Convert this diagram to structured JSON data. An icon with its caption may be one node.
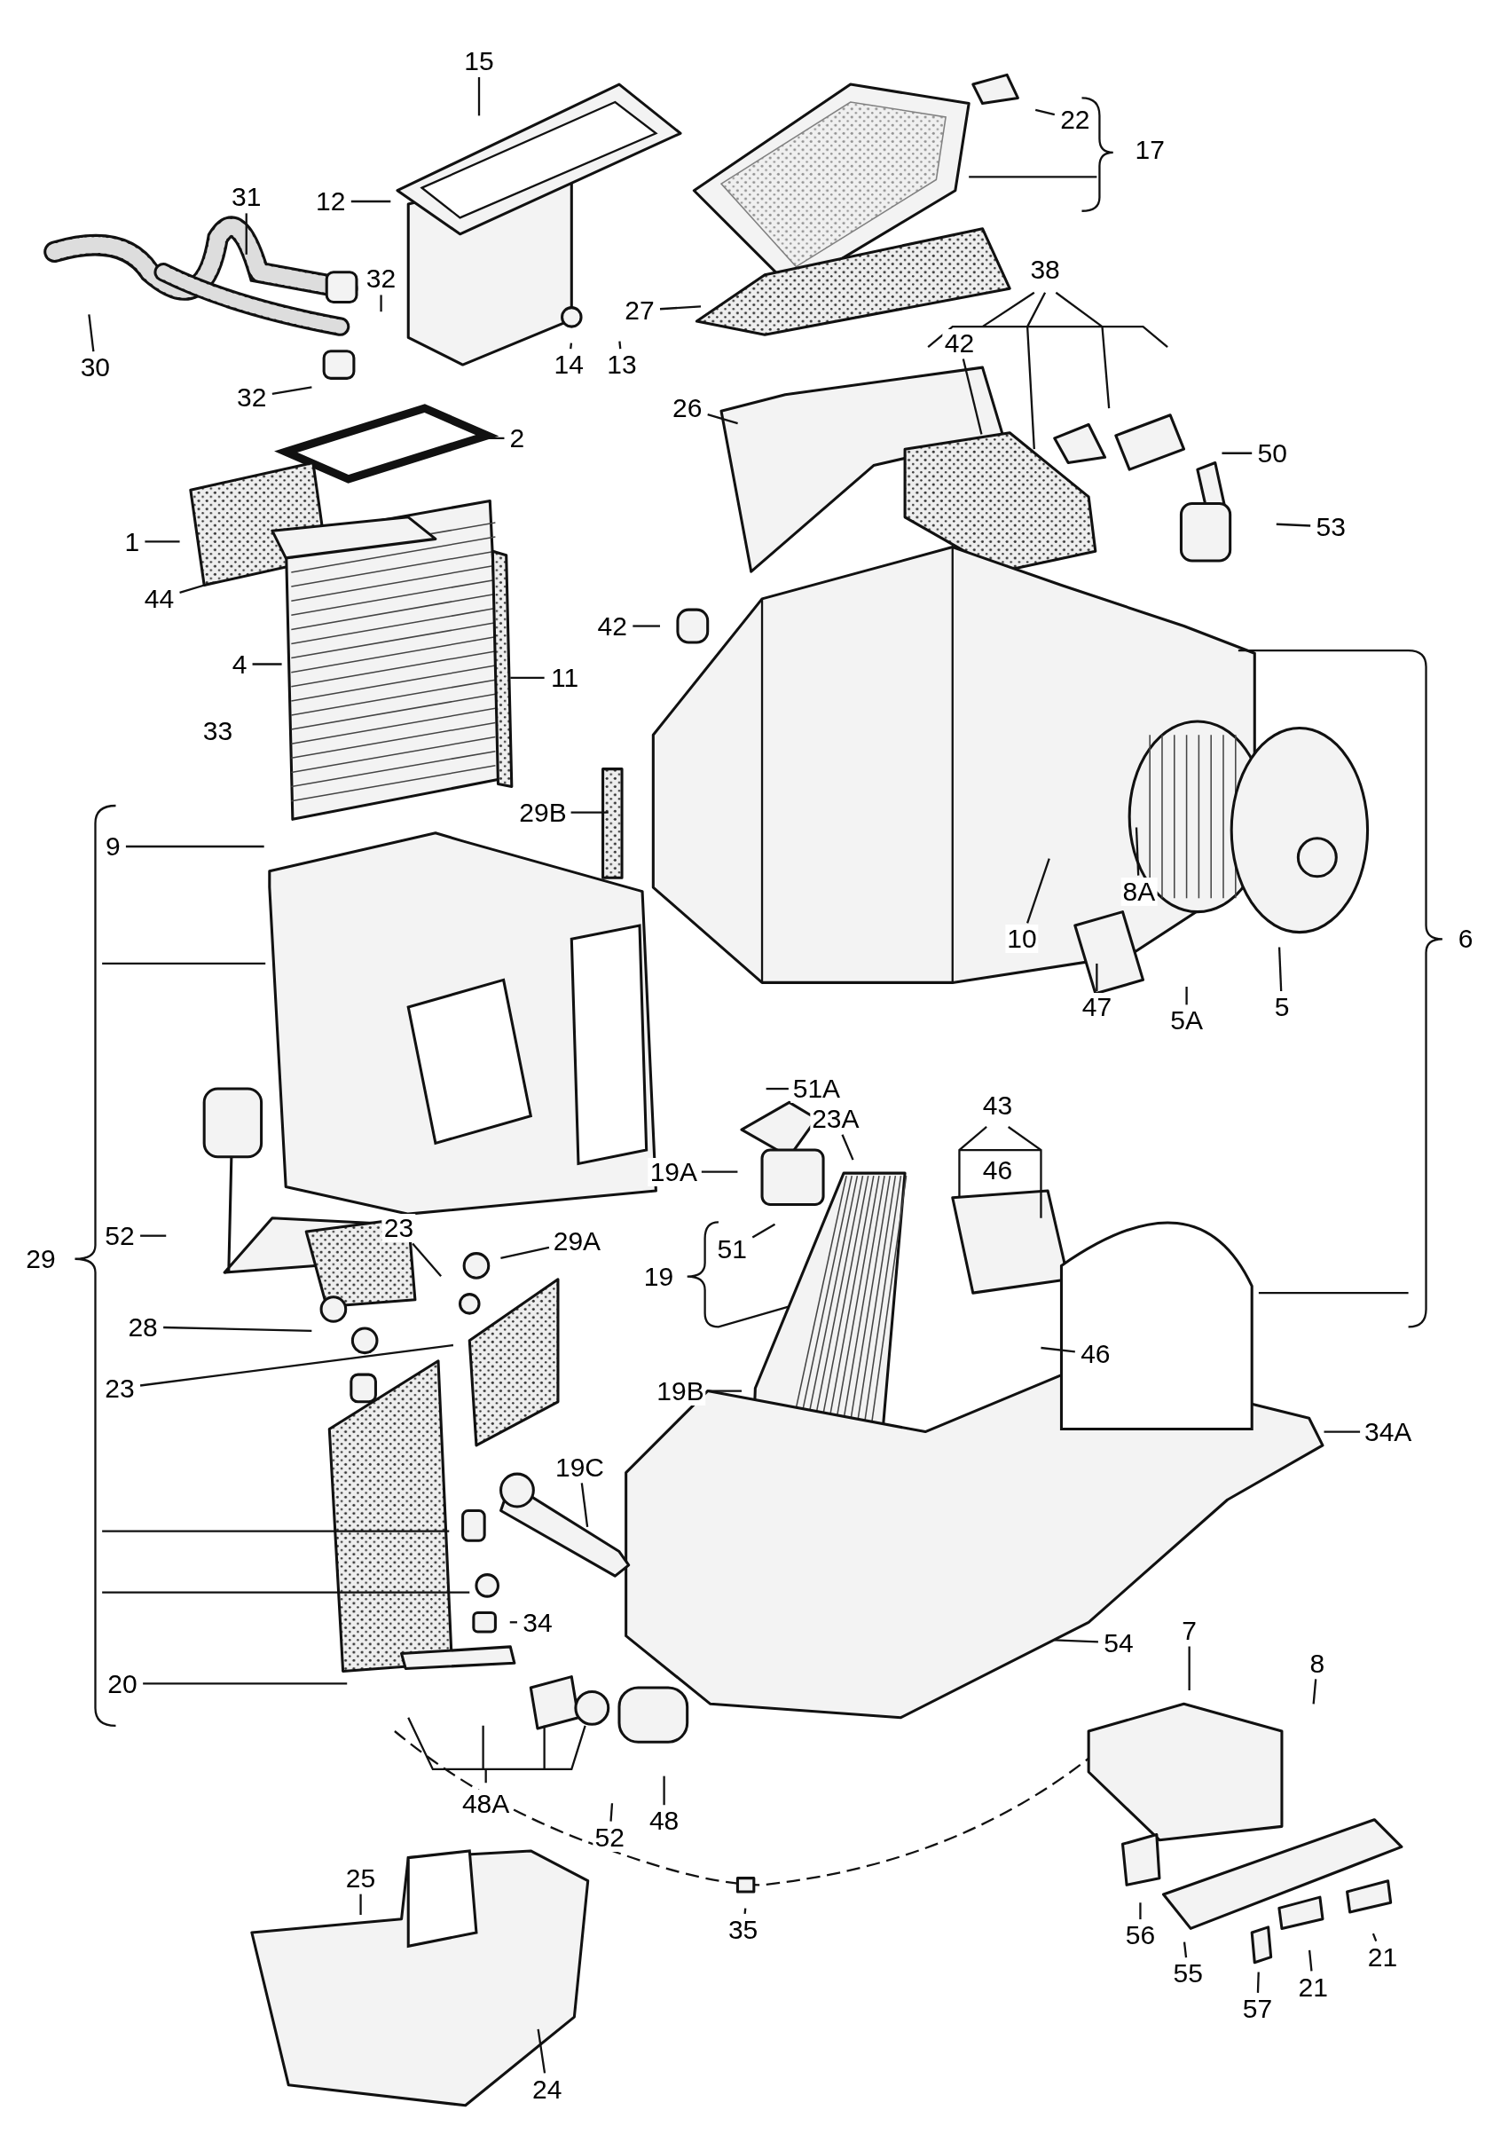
{
  "diagram": {
    "nodes": [
      {
        "text": [
          "15"
        ]
      },
      {
        "text": [
          "22"
        ]
      },
      {
        "text": [
          "17"
        ]
      },
      {
        "text": [
          "12"
        ]
      },
      {
        "text": [
          "31"
        ]
      },
      {
        "text": [
          "32"
        ]
      },
      {
        "text": [
          "38"
        ]
      },
      {
        "text": [
          "27"
        ]
      },
      {
        "text": [
          "42"
        ]
      },
      {
        "text": [
          "30"
        ]
      },
      {
        "text": [
          "14"
        ]
      },
      {
        "text": [
          "13"
        ]
      },
      {
        "text": [
          "32"
        ]
      },
      {
        "text": [
          "26"
        ]
      },
      {
        "text": [
          "2"
        ]
      },
      {
        "text": [
          "50"
        ]
      },
      {
        "text": [
          "53"
        ]
      },
      {
        "text": [
          "1"
        ]
      },
      {
        "text": [
          "44"
        ]
      },
      {
        "text": [
          "42"
        ]
      },
      {
        "text": [
          "4"
        ]
      },
      {
        "text": [
          "11"
        ]
      },
      {
        "text": [
          "33"
        ]
      },
      {
        "text": [
          "29B"
        ]
      },
      {
        "text": [
          "9"
        ]
      },
      {
        "text": [
          "10"
        ]
      },
      {
        "text": [
          "8A"
        ]
      },
      {
        "text": [
          "6"
        ]
      },
      {
        "text": [
          "47"
        ]
      },
      {
        "text": [
          "5"
        ]
      },
      {
        "text": [
          "5A"
        ]
      },
      {
        "text": [
          "51A"
        ]
      },
      {
        "text": [
          "43"
        ]
      },
      {
        "text": [
          "23A"
        ]
      },
      {
        "text": [
          "19A"
        ]
      },
      {
        "text": [
          "46"
        ]
      },
      {
        "text": [
          "52"
        ]
      },
      {
        "text": [
          "23"
        ]
      },
      {
        "text": [
          "29A"
        ]
      },
      {
        "text": [
          "51"
        ]
      },
      {
        "text": [
          "29"
        ]
      },
      {
        "text": [
          "19"
        ]
      },
      {
        "text": [
          "28"
        ]
      },
      {
        "text": [
          "46"
        ]
      },
      {
        "text": [
          "23"
        ]
      },
      {
        "text": [
          "19B"
        ]
      },
      {
        "text": [
          "34A"
        ]
      },
      {
        "text": [
          "19C"
        ]
      },
      {
        "text": [
          "34"
        ]
      },
      {
        "text": [
          "54"
        ]
      },
      {
        "text": [
          "7"
        ]
      },
      {
        "text": [
          "8"
        ]
      },
      {
        "text": [
          "20"
        ]
      },
      {
        "text": [
          "48A"
        ]
      },
      {
        "text": [
          "52"
        ]
      },
      {
        "text": [
          "48"
        ]
      },
      {
        "text": [
          "25"
        ]
      },
      {
        "text": [
          "35"
        ]
      },
      {
        "text": [
          "56"
        ]
      },
      {
        "text": [
          "55"
        ]
      },
      {
        "text": [
          "21"
        ]
      },
      {
        "text": [
          "57"
        ]
      },
      {
        "text": [
          "21"
        ]
      },
      {
        "text": [
          "24"
        ]
      }
    ],
    "edges": [
      {
        "from": 0,
        "to": null,
        "arrow": "none"
      },
      {
        "from": 1,
        "to": null,
        "arrow": "none"
      },
      {
        "from": 3,
        "to": null,
        "arrow": "none"
      },
      {
        "from": 4,
        "to": null,
        "arrow": "none"
      },
      {
        "from": 5,
        "to": null,
        "arrow": "none"
      },
      {
        "from": 7,
        "to": null,
        "arrow": "none"
      },
      {
        "from": 8,
        "to": null,
        "arrow": "none"
      },
      {
        "from": 9,
        "to": null,
        "arrow": "none"
      },
      {
        "from": 10,
        "to": null,
        "arrow": "none"
      },
      {
        "from": 11,
        "to": null,
        "arrow": "none"
      },
      {
        "from": 12,
        "to": null,
        "arrow": "none"
      },
      {
        "from": 13,
        "to": null,
        "arrow": "none"
      },
      {
        "from": 14,
        "to": null,
        "arrow": "none"
      },
      {
        "from": 15,
        "to": null,
        "arrow": "none"
      },
      {
        "from": 16,
        "to": null,
        "arrow": "none"
      },
      {
        "from": 17,
        "to": null,
        "arrow": "none"
      },
      {
        "from": 18,
        "to": null,
        "arrow": "none"
      },
      {
        "from": 19,
        "to": null,
        "arrow": "none"
      },
      {
        "from": 20,
        "to": null,
        "arrow": "none"
      },
      {
        "from": 21,
        "to": null,
        "arrow": "none"
      },
      {
        "from": 23,
        "to": null,
        "arrow": "none"
      },
      {
        "from": 24,
        "to": null,
        "arrow": "none"
      },
      {
        "from": 25,
        "to": null,
        "arrow": "none"
      },
      {
        "from": 26,
        "to": null,
        "arrow": "none"
      },
      {
        "from": 28,
        "to": null,
        "arrow": "none"
      },
      {
        "from": 29,
        "to": null,
        "arrow": "none"
      },
      {
        "from": 30,
        "to": null,
        "arrow": "none"
      },
      {
        "from": 31,
        "to": null,
        "arrow": "none"
      },
      {
        "from": 33,
        "to": null,
        "arrow": "none"
      },
      {
        "from": 34,
        "to": null,
        "arrow": "none"
      },
      {
        "from": 36,
        "to": null,
        "arrow": "none"
      },
      {
        "from": 37,
        "to": null,
        "arrow": "none"
      },
      {
        "from": 38,
        "to": null,
        "arrow": "none"
      },
      {
        "from": 39,
        "to": null,
        "arrow": "none"
      },
      {
        "from": 42,
        "to": null,
        "arrow": "none"
      },
      {
        "from": 43,
        "to": null,
        "arrow": "none"
      },
      {
        "from": 44,
        "to": null,
        "arrow": "none"
      },
      {
        "from": 45,
        "to": null,
        "arrow": "none"
      },
      {
        "from": 46,
        "to": null,
        "arrow": "none"
      },
      {
        "from": 47,
        "to": null,
        "arrow": "none"
      },
      {
        "from": 48,
        "to": null,
        "arrow": "none"
      },
      {
        "from": 49,
        "to": null,
        "arrow": "none"
      },
      {
        "from": 50,
        "to": null,
        "arrow": "none"
      },
      {
        "from": 51,
        "to": null,
        "arrow": "none"
      },
      {
        "from": 52,
        "to": null,
        "arrow": "none"
      },
      {
        "from": 54,
        "to": null,
        "arrow": "none"
      },
      {
        "from": 55,
        "to": null,
        "arrow": "none"
      },
      {
        "from": 56,
        "to": null,
        "arrow": "none"
      },
      {
        "from": 57,
        "to": null,
        "arrow": "none"
      },
      {
        "from": 58,
        "to": null,
        "arrow": "none"
      },
      {
        "from": 59,
        "to": null,
        "arrow": "none"
      },
      {
        "from": 60,
        "to": null,
        "arrow": "none"
      },
      {
        "from": 61,
        "to": null,
        "arrow": "none"
      },
      {
        "from": 62,
        "to": null,
        "arrow": "none"
      },
      {
        "from": 63,
        "to": null,
        "arrow": "none"
      }
    ]
  }
}
